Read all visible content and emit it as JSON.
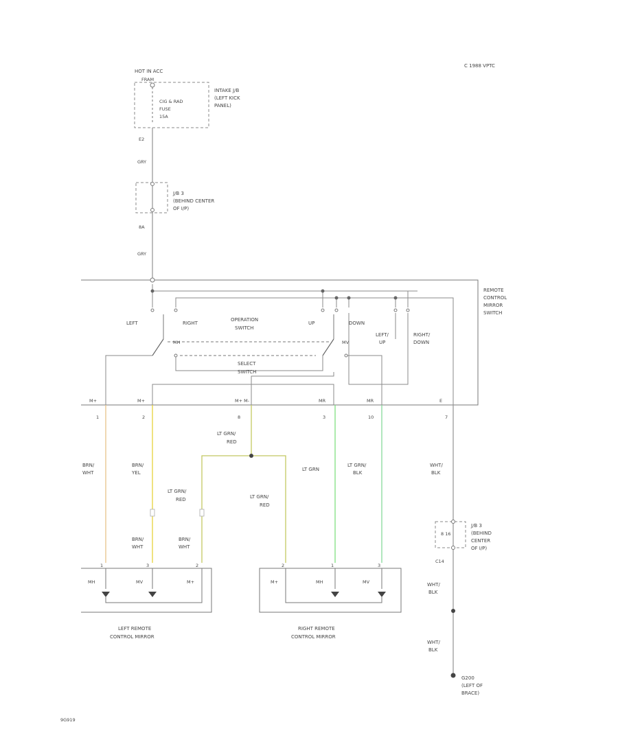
{
  "header": {
    "ref": "C 1988 VPTC",
    "page_code": "9G919"
  },
  "fuse_block": {
    "hot_label": "HOT IN ACC",
    "terminal": "FRAM",
    "fuse_line1": "CIG & RAD",
    "fuse_line2": "FUSE",
    "fuse_line3": "15A",
    "jb_line1": "INTAKE J/B",
    "jb_line2": "(LEFT KICK",
    "jb_line3": "PANEL)"
  },
  "upper_wire": {
    "conn1": "E2",
    "color1": "GRY",
    "conn2": "8A",
    "color2": "GRY"
  },
  "jb3_top": {
    "line1": "J/B 3",
    "line2": "(BEHIND CENTER",
    "line3": "OF I/P)"
  },
  "switch_block": {
    "title_line1": "REMOTE",
    "title_line2": "CONTROL",
    "title_line3": "MIRROR",
    "title_line4": "SWITCH",
    "left": "LEFT",
    "right": "RIGHT",
    "operation_line1": "OPERATION",
    "operation_line2": "SWITCH",
    "up": "UP",
    "down": "DOWN",
    "left_up_line1": "LEFT/",
    "left_up_line2": "UP",
    "right_down_line1": "RIGHT/",
    "right_down_line2": "DOWN",
    "select_line1": "SELECT",
    "select_line2": "SWITCH",
    "contact_left": "MH",
    "contact_right": "MV",
    "pin_tags": [
      "M+",
      "M+",
      "M+ M-",
      "MR",
      "MR",
      "E"
    ],
    "pin_numbers": [
      "1",
      "2",
      "8",
      "3",
      "10",
      "7"
    ]
  },
  "wire_labels": {
    "w1_line1": "BRN/",
    "w1_line2": "WHT",
    "w2_line1": "BRN/",
    "w2_line2": "YEL",
    "w8_line1": "LT GRN/",
    "w8_line2": "RED",
    "left_branch_line1": "LT GRN/",
    "left_branch_line2": "RED",
    "right_branch_line1": "LT GRN/",
    "right_branch_line2": "RED",
    "w3": "LT GRN",
    "w10_line1": "LT GRN/",
    "w10_line2": "BLK",
    "w7_line1": "WHT/",
    "w7_line2": "BLK",
    "lower1_line1": "BRN/",
    "lower1_line2": "WHT",
    "lower2_line1": "BRN/",
    "lower2_line2": "WHT"
  },
  "jb3_bottom": {
    "line1": "J/B 3",
    "line2": "(BEHIND",
    "line3": "CENTER",
    "line4": "OF I/P)",
    "conn": "C14",
    "inner": "8 16"
  },
  "ground": {
    "wire1_line1": "WHT/",
    "wire1_line2": "BLK",
    "wire2_line1": "WHT/",
    "wire2_line2": "BLK",
    "label_line1": "G200",
    "label_line2": "(LEFT OF",
    "label_line3": "BRACE)"
  },
  "mirrors": {
    "left_line1": "LEFT REMOTE",
    "left_line2": "CONTROL MIRROR",
    "right_line1": "RIGHT REMOTE",
    "right_line2": "CONTROL MIRROR",
    "left_pins": [
      "MH",
      "MV",
      "M+"
    ],
    "right_pins": [
      "M+",
      "MH",
      "MV"
    ],
    "left_pin_nums": [
      "1",
      "3",
      "2"
    ],
    "right_pin_nums": [
      "2",
      "1",
      "3"
    ]
  },
  "colors": {
    "wire_base": "#9a9a9a",
    "brn_wht": "#e8c48a",
    "brn_yel": "#e6d23a",
    "lt_grn_red": "#c2c860",
    "lt_grn": "#7fe07f",
    "lt_grn_blk": "#86d89a"
  }
}
